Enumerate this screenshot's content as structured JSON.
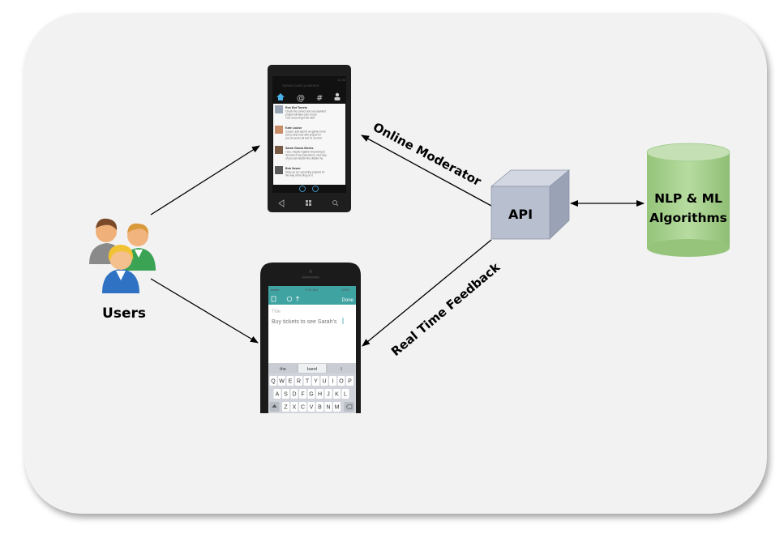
{
  "diagram": {
    "users_label": "Users",
    "api_label": "API",
    "nlp_line1": "NLP & ML",
    "nlp_line2": "Algorithms",
    "online_moderator_label": "Online Moderator",
    "realtime_feedback_label": "Real Time Feedback"
  },
  "windows_phone": {
    "header_name": "SARAH GARCIA WEEKS",
    "time": "12:38",
    "nav_icons": [
      "home-icon",
      "at-icon",
      "hash-icon",
      "person-icon"
    ],
    "tweets": [
      {
        "name": "Ron Bot Tweets",
        "text": "Check the correct and our payment project will take care of you. Your account get the stuff"
      },
      {
        "name": "Kate Louise",
        "text": "Cause I just say for an gamer more worry clear new with project for you ai can do all sort of. So find a few minute feedback"
      },
      {
        "name": "Sarah Garcia Weeks",
        "text": "I see, maybe together improving to the best of my experience, new way of you can decide tiny details my way"
      },
      {
        "name": "Bob Newer",
        "text": "Keep up our upcoming projects be the way of the blog on it"
      }
    ],
    "bottom_icons": [
      "back-icon",
      "windows-icon",
      "search-icon"
    ]
  },
  "iphone": {
    "status_carrier": "●●●●○",
    "status_time": "9:41 AM",
    "status_battery": "100%",
    "done_label": "Done",
    "title_placeholder": "Title",
    "note_text": "Buy tickets to see Sarah's",
    "suggestions": [
      "the",
      "band",
      "I"
    ],
    "keyboard_row1": [
      "Q",
      "W",
      "E",
      "R",
      "T",
      "Y",
      "U",
      "I",
      "O",
      "P"
    ],
    "keyboard_row2": [
      "A",
      "S",
      "D",
      "F",
      "G",
      "H",
      "J",
      "K",
      "L"
    ],
    "keyboard_row3": [
      "Z",
      "X",
      "C",
      "V",
      "B",
      "N",
      "M"
    ]
  },
  "colors": {
    "panel_bg": "#f2f2f2",
    "api_cube_front": "#b8bfcf",
    "api_cube_top": "#d2d7e2",
    "api_cube_side": "#9aa2b6",
    "cylinder_body": "#a9d18e",
    "cylinder_top": "#c5e0b4",
    "iphone_teal": "#3ea3a1"
  }
}
